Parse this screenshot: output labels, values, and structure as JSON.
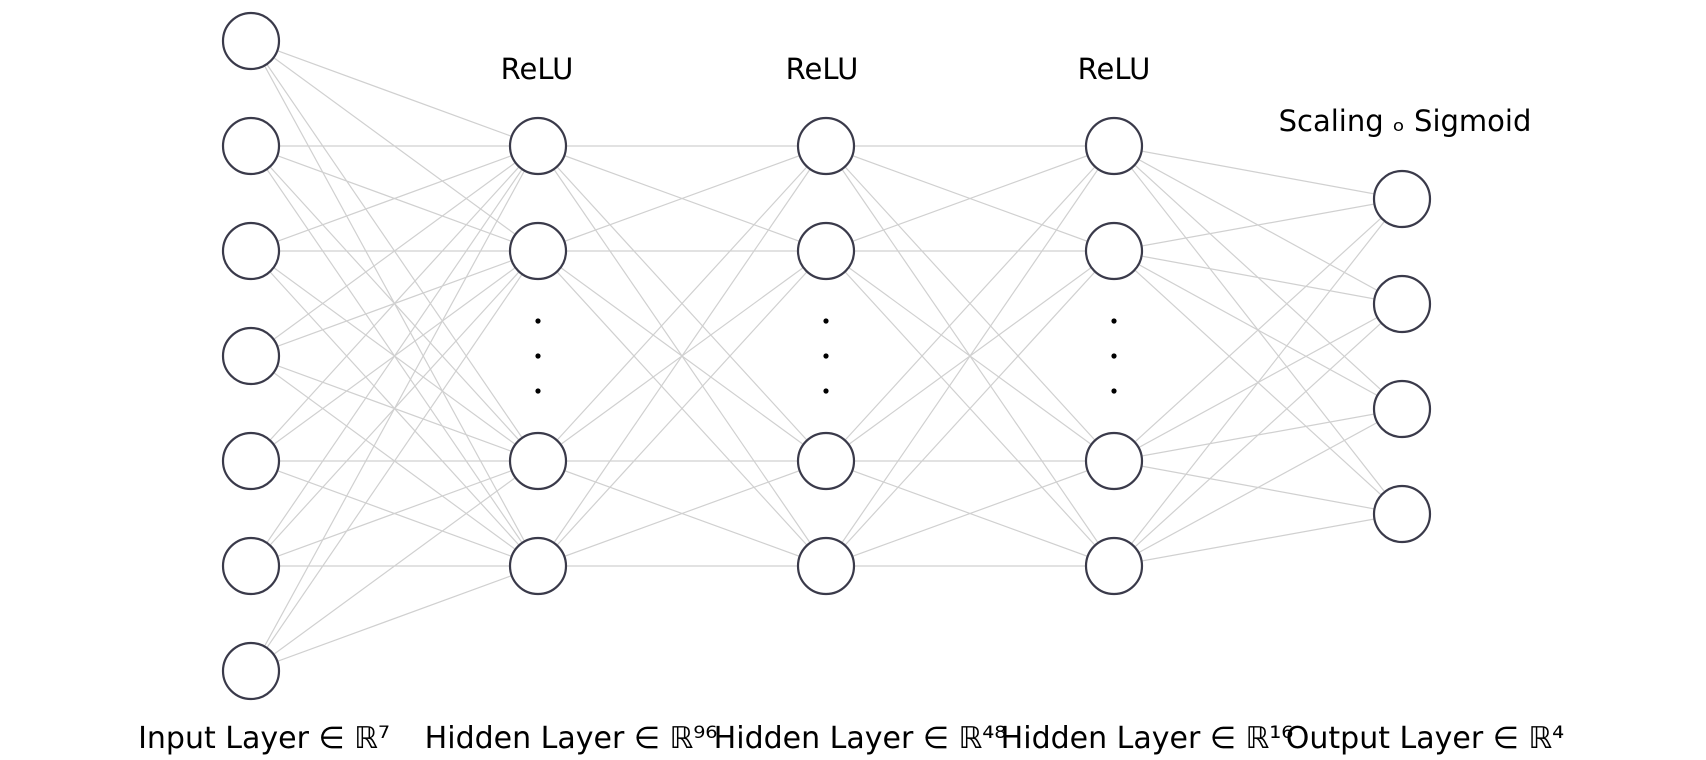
{
  "activations": [
    "ReLU",
    "ReLU",
    "ReLU",
    "Scaling ₒ Sigmoid"
  ],
  "layer_labels": [
    "Input Layer ∈ ℝ⁷",
    "Hidden Layer ∈ ℝ⁹⁶",
    "Hidden Layer ∈ ℝ⁴⁸",
    "Hidden Layer ∈ ℝ¹⁶",
    "Output Layer ∈ ℝ⁴"
  ],
  "layers": [
    {
      "kind": "input",
      "visible_nodes": 7,
      "ellipsis": false
    },
    {
      "kind": "hidden",
      "visible_nodes": 4,
      "ellipsis": true
    },
    {
      "kind": "hidden",
      "visible_nodes": 4,
      "ellipsis": true
    },
    {
      "kind": "hidden",
      "visible_nodes": 4,
      "ellipsis": true
    },
    {
      "kind": "output",
      "visible_nodes": 4,
      "ellipsis": false
    }
  ],
  "colors": {
    "node_stroke": "#3a3a4a",
    "edge": "#d0d0d0",
    "text": "#000000"
  }
}
